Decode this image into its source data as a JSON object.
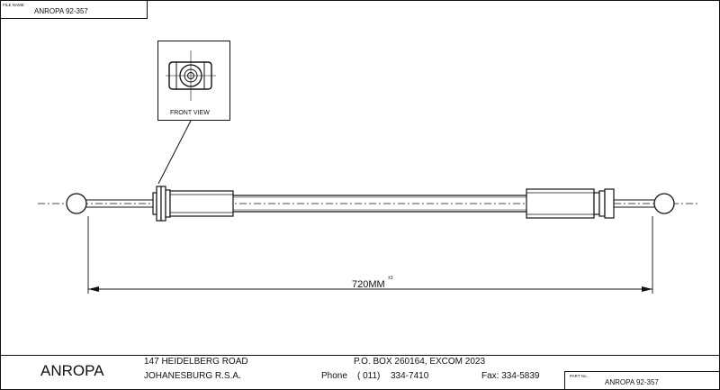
{
  "header": {
    "file_name_label": "FILE NAME",
    "file_name_value": "ANROPA 92-357"
  },
  "front_view": {
    "label": "FRONT VIEW"
  },
  "dimension": {
    "value_text": "720MM",
    "tolerance_text": "±3"
  },
  "footer": {
    "company": "ANROPA",
    "address_line1": "147 HEIDELBERG ROAD",
    "address_line2": "JOHANESBURG R.S.A.",
    "po_box": "P.O. BOX 260164, EXCOM 2023",
    "phone_label": "Phone",
    "phone_code": "( 011)",
    "phone_number": "334-7410",
    "fax": "Fax: 334-5839",
    "part_no_label": "PART No.",
    "part_no_value": "ANROPA 92-357"
  },
  "colors": {
    "line": "#111111",
    "background": "#ffffff"
  }
}
